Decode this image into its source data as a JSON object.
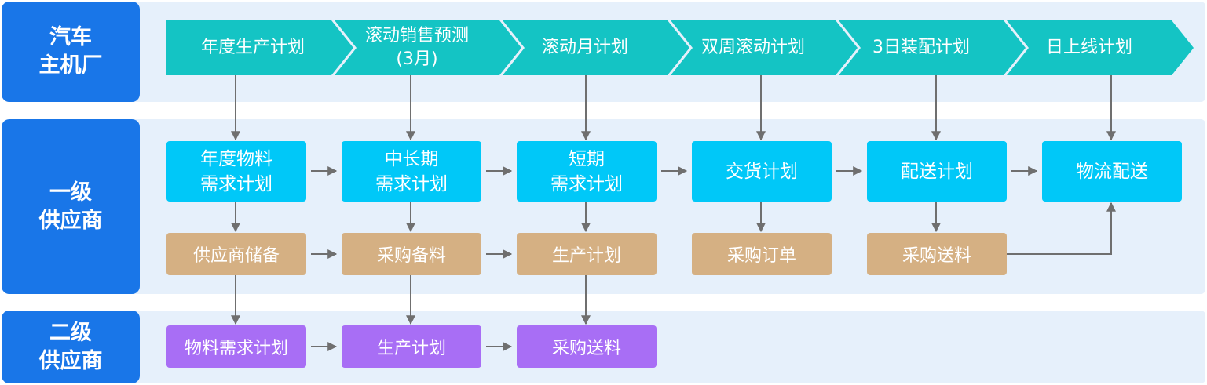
{
  "rows": {
    "oem": "汽车\n主机厂",
    "tier1": "一级\n供应商",
    "tier2": "二级\n供应商"
  },
  "oem_steps": [
    "年度生产计划",
    "滚动销售预测\n(3月)",
    "滚动月计划",
    "双周滚动计划",
    "3日装配计划",
    "日上线计划"
  ],
  "tier1_plans": [
    "年度物料\n需求计划",
    "中长期\n需求计划",
    "短期\n需求计划",
    "交货计划",
    "配送计划",
    "物流配送"
  ],
  "tier1_actions": [
    "供应商储备",
    "采购备料",
    "生产计划",
    "采购订单",
    "采购送料"
  ],
  "tier2_actions": [
    "物料需求计划",
    "生产计划",
    "采购送料"
  ],
  "colors": {
    "band": "#e6f0fb",
    "row_label": "#1976e8",
    "chevron": "#14c4c4",
    "plan_box": "#00c8f8",
    "action_box": "#d5b083",
    "tier2_box": "#a86ef5",
    "arrow": "#6f6f6f"
  }
}
